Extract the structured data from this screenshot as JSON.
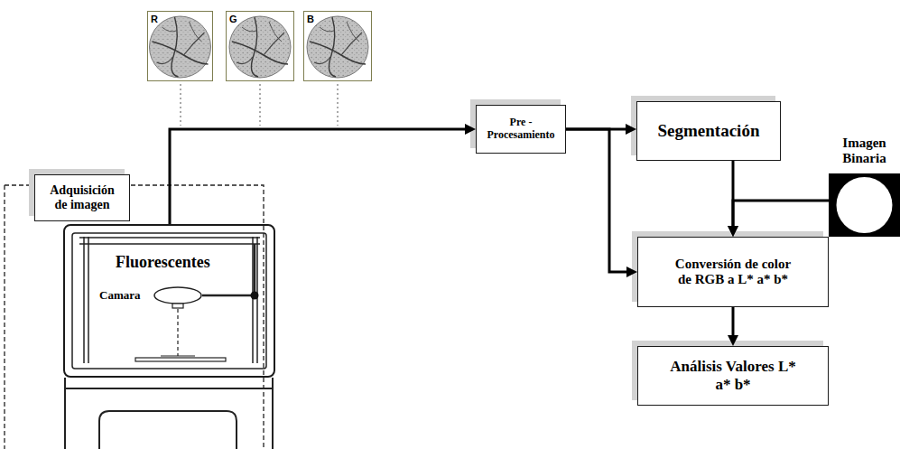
{
  "diagram": {
    "nodes": [
      {
        "text": [
          "R"
        ]
      },
      {
        "text": [
          "G"
        ]
      },
      {
        "text": [
          "B"
        ]
      },
      {
        "text": [
          "Adquisición de imagen"
        ]
      },
      {
        "text": [
          "Fluorescentes",
          "Camara"
        ]
      },
      {
        "text": [
          "Pre - Procesamiento"
        ]
      },
      {
        "text": [
          "Segmentación"
        ]
      },
      {
        "text": [
          "Imagen Binaria"
        ]
      },
      {
        "text": [
          "Conversión de color de RGB a L* a* b*"
        ]
      },
      {
        "text": [
          "Análisis Valores L* a* b*"
        ]
      }
    ],
    "edges": [
      {
        "from": 4,
        "to": 5,
        "arrow": "to"
      },
      {
        "from": 5,
        "to": 6,
        "arrow": "to"
      },
      {
        "from": 5,
        "to": 8,
        "arrow": "to"
      },
      {
        "from": 6,
        "to": 8,
        "arrow": "to"
      },
      {
        "from": 7,
        "to": 8,
        "arrow": "to"
      },
      {
        "from": 8,
        "to": 9,
        "arrow": "to"
      }
    ]
  }
}
